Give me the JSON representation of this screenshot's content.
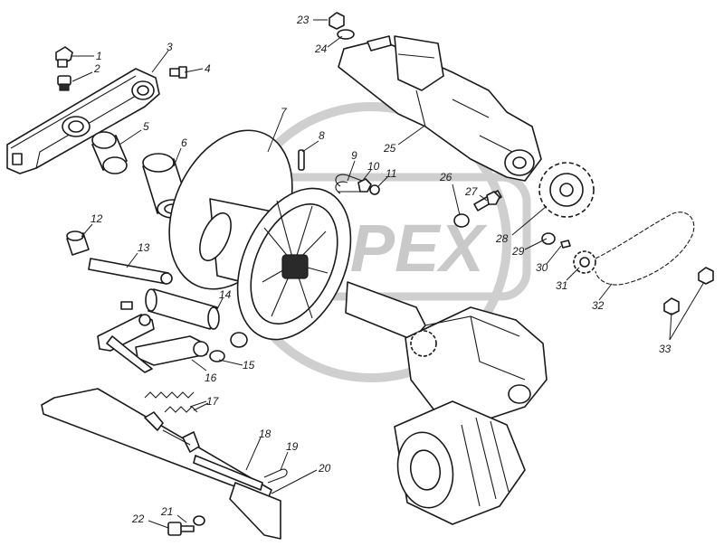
{
  "watermark": {
    "text": "OPEX"
  },
  "callouts": [
    {
      "number": "1"
    },
    {
      "number": "2"
    },
    {
      "number": "3"
    },
    {
      "number": "4"
    },
    {
      "number": "5"
    },
    {
      "number": "6"
    },
    {
      "number": "7"
    },
    {
      "number": "8"
    },
    {
      "number": "9"
    },
    {
      "number": "10"
    },
    {
      "number": "11"
    },
    {
      "number": "12"
    },
    {
      "number": "13"
    },
    {
      "number": "14"
    },
    {
      "number": "15"
    },
    {
      "number": "16"
    },
    {
      "number": "17"
    },
    {
      "number": "18"
    },
    {
      "number": "19"
    },
    {
      "number": "20"
    },
    {
      "number": "21"
    },
    {
      "number": "22"
    },
    {
      "number": "23"
    },
    {
      "number": "24"
    },
    {
      "number": "25"
    },
    {
      "number": "26"
    },
    {
      "number": "27"
    },
    {
      "number": "28"
    },
    {
      "number": "29"
    },
    {
      "number": "30"
    },
    {
      "number": "31"
    },
    {
      "number": "32"
    },
    {
      "number": "33"
    }
  ]
}
